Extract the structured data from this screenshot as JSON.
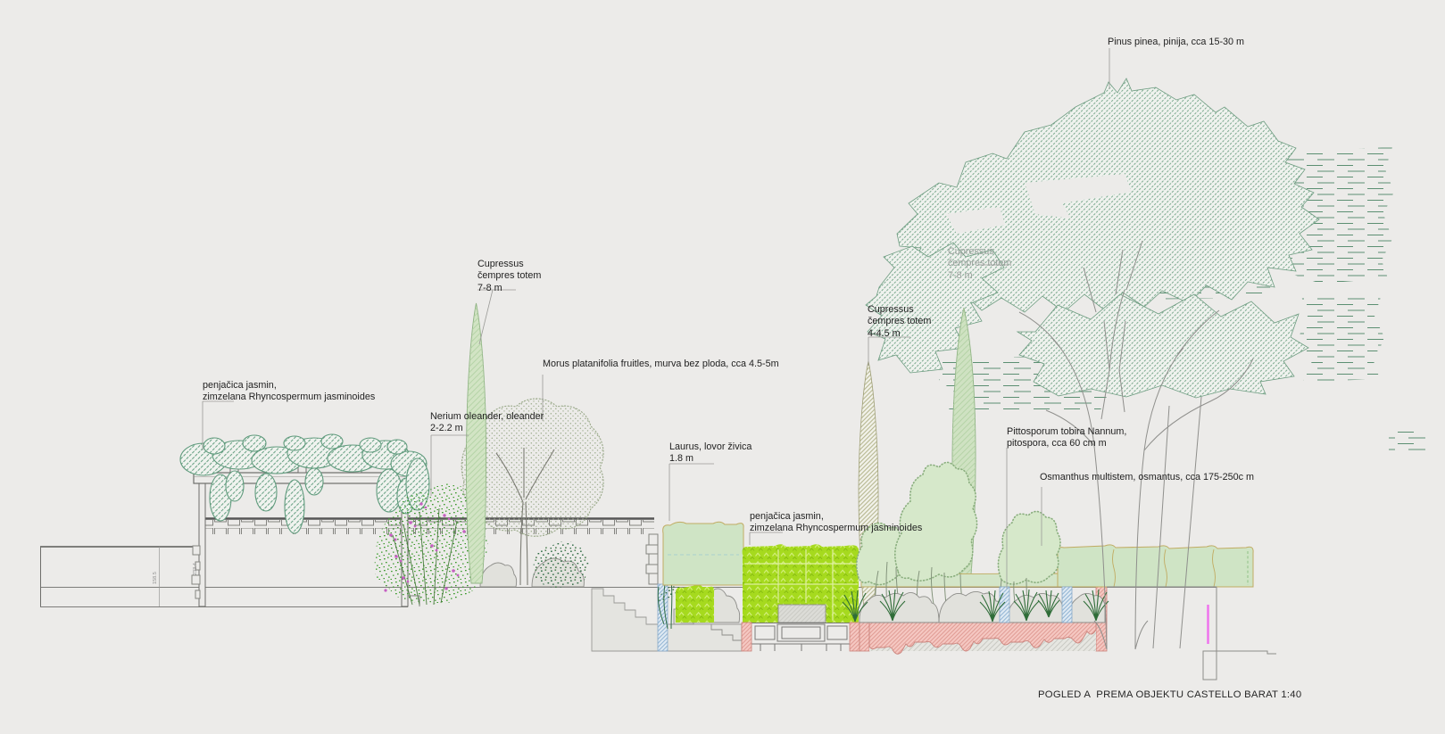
{
  "caption": "POGLED A  PREMA OBJEKTU CASTELLO BARAT 1:40",
  "labels": {
    "jasmin_pergola": "penjačica jasmin,\nzimzelana Rhyncospermum jasminoides",
    "nerium": "Nerium oleander, oleander\n2-2.2 m",
    "cupressus_tall": "Cupressus\nčempres totem\n7-8 m",
    "morus": "Morus platanifolia fruitles, murva bez ploda, cca 4.5-5m",
    "laurus": "Laurus, lovor živica\n1.8 m",
    "jasmin_hedge": "penjačica jasmin,\nzimzelana Rhyncospermum jasminoides",
    "cupressus_small": "Cupressus\nčempres totem\n4-4.5 m",
    "cupressus_canopy": "Cupressus\nčempres totem\n7-8 m",
    "pittosporum": "Pittosporum tobira Nannum,\npitospora, cca 60 cm m",
    "osmanthus": "Osmanthus multistem, osmantus, cca 175-250c m",
    "pinus": "Pinus pinea, pinija, cca 15-30 m"
  },
  "dimensions": {
    "wall_left": "158.5",
    "wall_pillar": "233.4"
  },
  "colors": {
    "background": "#ecebe9",
    "hatch_green": "#6a9f82",
    "pine_hatch": "#79a78c",
    "chartreuse": "#a6da1e",
    "pale_hedge": "#cfe4c5",
    "hedge_outline": "#c1ab62",
    "cypress_fill": "#d2e4c4",
    "olive_hatch": "#a9aa7d",
    "pink_fill": "#f5c8c2",
    "pink_hatch": "#dd968e",
    "blue_hatch": "#85abce",
    "magenta_flower": "#c65fc2",
    "magenta_light": "#f070ee",
    "line_gray": "#7b7b78"
  }
}
